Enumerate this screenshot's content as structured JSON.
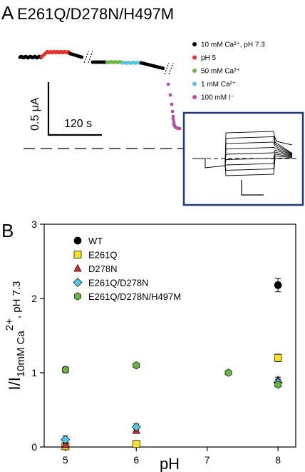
{
  "panel_a": {
    "letter": "A",
    "title": "E261Q/D278N/H497M",
    "legend": [
      {
        "label": "10 mM Ca²⁺, pH 7.3",
        "color": "#000000"
      },
      {
        "label": "pH 5",
        "color": "#e8302a"
      },
      {
        "label": "50 mM Ca²⁺",
        "color": "#6ab445"
      },
      {
        "label": "1 mM Ca²⁺",
        "color": "#5bc4d8"
      },
      {
        "label": "100 mM I⁻",
        "color": "#b44fa5"
      }
    ],
    "scale_current": "0.5 μA",
    "scale_time": "120 s",
    "inset_border_color": "#1f3a7a"
  },
  "panel_b": {
    "letter": "B",
    "y_label_main": "I/I",
    "y_label_sub": "10mM Ca",
    "y_label_sup": "2+",
    "y_label_tail": ", pH 7.3",
    "x_label": "pH"
  },
  "chart_data": {
    "type": "scatter",
    "xlabel": "pH",
    "ylabel": "I/I10mM Ca2+, pH 7.3",
    "xlim": [
      4.7,
      8.25
    ],
    "ylim": [
      0,
      3
    ],
    "xticks": [
      5,
      6,
      7,
      8
    ],
    "yticks": [
      0,
      1,
      2,
      3
    ],
    "legend_position": "top-left",
    "grid": false,
    "series": [
      {
        "name": "WT",
        "marker": "circle",
        "color": "#000000",
        "points": [
          {
            "x": 8.0,
            "y": 2.18,
            "err": 0.09
          }
        ]
      },
      {
        "name": "E261Q",
        "marker": "square",
        "color": "#f5e326",
        "points": [
          {
            "x": 5.0,
            "y": 0.01,
            "err": 0.02
          },
          {
            "x": 6.0,
            "y": 0.04,
            "err": 0.02
          },
          {
            "x": 8.0,
            "y": 1.2,
            "err": 0.05
          }
        ]
      },
      {
        "name": "D278N",
        "marker": "triangle",
        "color": "#d62b2b",
        "points": [
          {
            "x": 5.0,
            "y": 0.03,
            "err": 0.02
          },
          {
            "x": 6.0,
            "y": 0.22,
            "err": 0.03
          },
          {
            "x": 8.0,
            "y": 0.9,
            "err": 0.04
          }
        ]
      },
      {
        "name": "E261Q/D278N",
        "marker": "diamond",
        "color": "#55c8e6",
        "points": [
          {
            "x": 5.0,
            "y": 0.1,
            "err": 0.05
          },
          {
            "x": 6.0,
            "y": 0.27,
            "err": 0.04
          },
          {
            "x": 8.0,
            "y": 0.87,
            "err": 0.04
          }
        ]
      },
      {
        "name": "E261Q/D278N/H497M",
        "marker": "hexagon",
        "color": "#6ab445",
        "points": [
          {
            "x": 5.0,
            "y": 1.04,
            "err": 0.04
          },
          {
            "x": 6.0,
            "y": 1.1,
            "err": 0.03
          },
          {
            "x": 7.3,
            "y": 1.0,
            "err": 0.02
          },
          {
            "x": 8.0,
            "y": 0.84,
            "err": 0.03
          }
        ]
      }
    ]
  }
}
